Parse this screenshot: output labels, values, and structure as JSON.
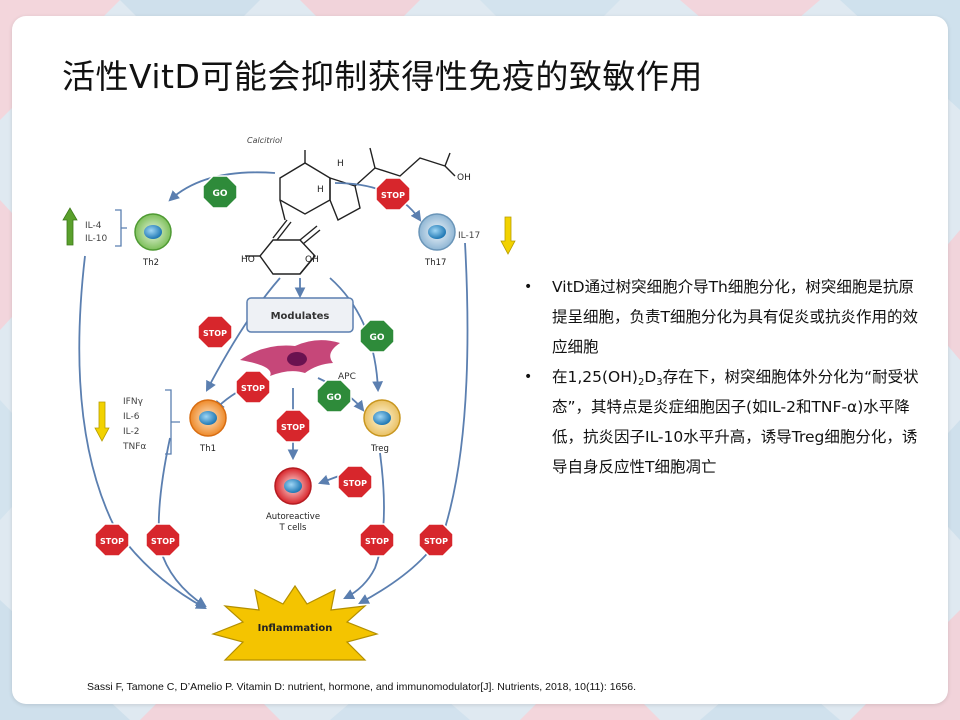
{
  "title": "活性VitD可能会抑制获得性免疫的致敏作用",
  "figure": {
    "calcitriol_label": "Calcitriol",
    "go_label": "GO",
    "stop_label": "STOP",
    "modulates_label": "Modulates",
    "apc_label": "APC",
    "th2_label": "Th2",
    "th17_label": "Th17",
    "th1_label": "Th1",
    "treg_label": "Treg",
    "autoreactive_label_1": "Autoreactive",
    "autoreactive_label_2": "T cells",
    "inflammation_label": "Inflammation",
    "il4": "IL-4",
    "il10": "IL-10",
    "il17": "IL-17",
    "ifng": "IFNγ",
    "il6": "IL-6",
    "il2": "IL-2",
    "tnfa": "TNFα",
    "mol_oh_top": "OH",
    "mol_ho_left": "HO",
    "mol_oh_bottom": "OH",
    "mol_h1": "H",
    "mol_h2": "H",
    "colors": {
      "stop": "#d7262c",
      "go": "#2e8b3a",
      "arrow": "#5b7fb0",
      "inflammation": "#f4c400",
      "up_arrow": "#5aa02c",
      "down_arrow": "#f2d200"
    }
  },
  "bullets": [
    {
      "text": "VitD通过树突细胞介导Th细胞分化，树突细胞是抗原提呈细胞，负责T细胞分化为具有促炎或抗炎作用的效应细胞"
    },
    {
      "prefix": "在1,25(OH)",
      "sub1": "2",
      "mid": "D",
      "sub2": "3",
      "suffix": "存在下，树突细胞体外分化为“耐受状态”，其特点是炎症细胞因子(如IL-2和TNF-α)水平降低，抗炎因子IL-10水平升高，诱导Treg细胞分化，诱导自身反应性T细胞凋亡"
    }
  ],
  "citation": "Sassi F, Tamone C, D’Amelio P. Vitamin D: nutrient, hormone, and immunomodulator[J]. Nutrients, 2018, 10(11): 1656."
}
